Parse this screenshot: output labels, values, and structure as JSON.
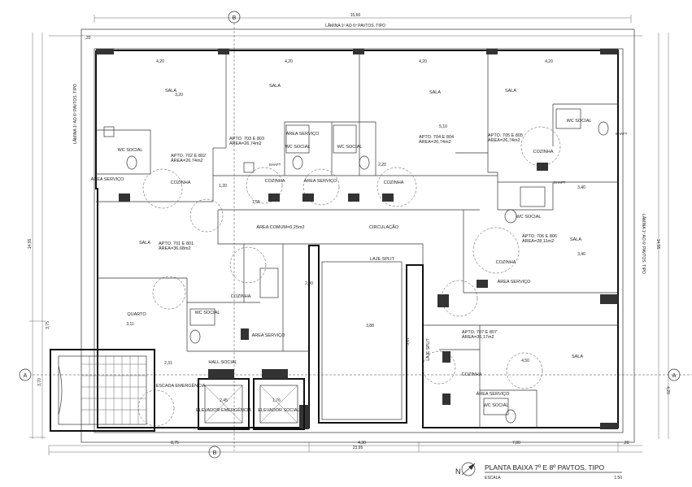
{
  "title": {
    "main": "PLANTA BAIXA 7º E 8º PAVTOS. TIPO",
    "scale_label": "ESCALA",
    "scale_value": "1:50",
    "north": "N"
  },
  "section_labels": {
    "top": "LÂMINA 1º AO 6º PAVTOS. TIPO",
    "left": "LÂMINA 1º AO 6º PAVTOS. TIPO",
    "right": "LÂMINA 1º AO 6º PAVTOS. TIPO"
  },
  "axis_markers": {
    "top": "B",
    "bottom": "B",
    "left": "A",
    "right": "A"
  },
  "rooms": {
    "sala_1": "SALA",
    "sala_2": "SALA",
    "sala_3": "SALA",
    "sala_4": "SALA",
    "sala_5": "SALA",
    "sala_6": "SALA",
    "sala_7": "SALA",
    "quarto": "QUARTO",
    "cozinha_1": "COZINHA",
    "cozinha_2": "COZINHA",
    "cozinha_3": "COZINHA",
    "cozinha_4": "COZINHA",
    "cozinha_5": "COZINHA",
    "cozinha_6": "COZINHA",
    "cozinha_7": "COZINHA",
    "wc_1": "WC SOCIAL",
    "wc_2": "WC SOCIAL",
    "wc_3": "WC SOCIAL",
    "wc_4": "WC SOCIAL",
    "wc_5": "WC SOCIAL",
    "wc_6": "WC SOCIAL",
    "wc_7": "WC SOCIAL",
    "area_serv_1": "ÁREA SERVIÇO",
    "area_serv_2": "ÁREA SERVIÇO",
    "area_serv_3": "ÁREA SERVIÇO",
    "area_serv_4": "ÁREA SERVIÇO",
    "area_serv_5": "ÁREA SERVIÇO",
    "area_serv_6": "ÁREA SERVIÇO",
    "area_comum": "ÁREA COMUM=6,25m2",
    "circulacao": "CIRCULAÇÃO",
    "laje_1": "LAJE SPLIT",
    "laje_2": "LAJE SPLIT",
    "hall": "HALL SOCIAL",
    "escada": "ESCADA EMERGÊNCIA",
    "elev_1": "ELEVADOR EMERGÊNCIA",
    "elev_2": "ELEVADOR SOCIAL",
    "shaft_1": "SHAFT",
    "shaft_2": "SHAFT",
    "shaft_3": "SHAFT"
  },
  "apartments": {
    "apto_702": "APTO. 702 E 802",
    "apto_702_area": "ÁREA=26,74m2",
    "apto_703": "APTO. 703 E 803",
    "apto_703_area": "ÁREA=26,74m2",
    "apto_704": "APTO. 704 E 804",
    "apto_704_area": "ÁREA=26,74m2",
    "apto_705": "APTO. 705 E 805",
    "apto_705_area": "ÁREA=26,74m2",
    "apto_701": "APTO. 701 E 801",
    "apto_701_area": "ÁREA=36,68m2",
    "apto_706": "APTO. 706 E 806",
    "apto_706_area": "ÁREA=28,11m2",
    "apto_707": "APTO. 707 E 807",
    "apto_707_area": "ÁREA=36,17m2"
  },
  "dimensions": {
    "top_total": "15,60",
    "bottom_total": "23,95",
    "bottom_1": "8,75",
    "bottom_2": "4,30",
    "bottom_3": "7,80",
    "bottom_4": ",20",
    "left_total": "14,55",
    "left_a": "3,70",
    "left_b": "3,75",
    "right_total": "14,55",
    "right_a": "4,20",
    "d_4_20_a": "4,20",
    "d_4_20_b": "4,20",
    "d_4_20_c": "4,20",
    "d_4_20_d": "4,20",
    "d_3_20": "3,20",
    "d_3_40_a": "3,40",
    "d_3_40_b": "3,40",
    "d_2_20": "2,20",
    "d_1_20": "1,20",
    "d_1_55": "1,55",
    "d_2_00": "2,00",
    "d_5_10": "5,10",
    "d_3_88": "3,88",
    "d_5_07": "5,07",
    "d_4_50": "4,50",
    "d_2_31": "2,31",
    "d_3_11": "3,11",
    "d_1_76": "1,76",
    "d_2_45": "2,45",
    "d_0_20": ",20"
  }
}
